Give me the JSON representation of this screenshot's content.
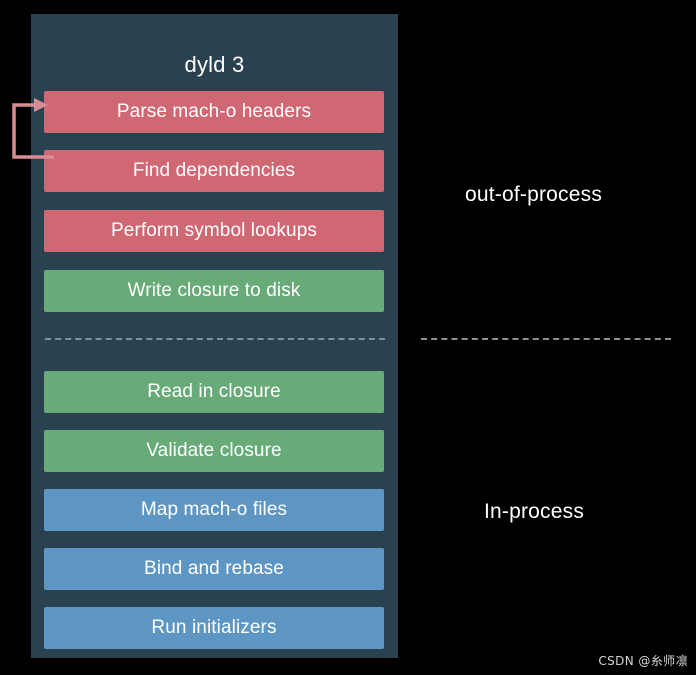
{
  "diagram": {
    "title": "dyld 3",
    "panel_bg": "#2a424f",
    "page_bg": "#000000",
    "colors": {
      "red": "#d06874",
      "green": "#68ab78",
      "blue": "#5d95c3",
      "arrow": "#d88d94",
      "divider_inner": "#7f929c",
      "divider_outer": "#8f8f8f",
      "text": "#ffffff"
    },
    "stages": [
      {
        "label": "Parse mach-o headers",
        "color": "red",
        "group": "out-of-process"
      },
      {
        "label": "Find dependencies",
        "color": "red",
        "group": "out-of-process"
      },
      {
        "label": "Perform symbol lookups",
        "color": "red",
        "group": "out-of-process"
      },
      {
        "label": "Write closure to disk",
        "color": "green",
        "group": "out-of-process"
      },
      {
        "label": "Read in closure",
        "color": "green",
        "group": "In-process"
      },
      {
        "label": "Validate closure",
        "color": "green",
        "group": "In-process"
      },
      {
        "label": "Map mach-o files",
        "color": "blue",
        "group": "In-process"
      },
      {
        "label": "Bind and rebase",
        "color": "blue",
        "group": "In-process"
      },
      {
        "label": "Run initializers",
        "color": "blue",
        "group": "In-process"
      }
    ],
    "side_labels": {
      "out_of_process": "out-of-process",
      "in_process": "In-process"
    },
    "arrow": {
      "name": "loop-back-arrow",
      "from_stage": "Find dependencies",
      "to_stage": "Parse mach-o headers"
    }
  },
  "watermark": {
    "text": "CSDN @糸师凛"
  }
}
